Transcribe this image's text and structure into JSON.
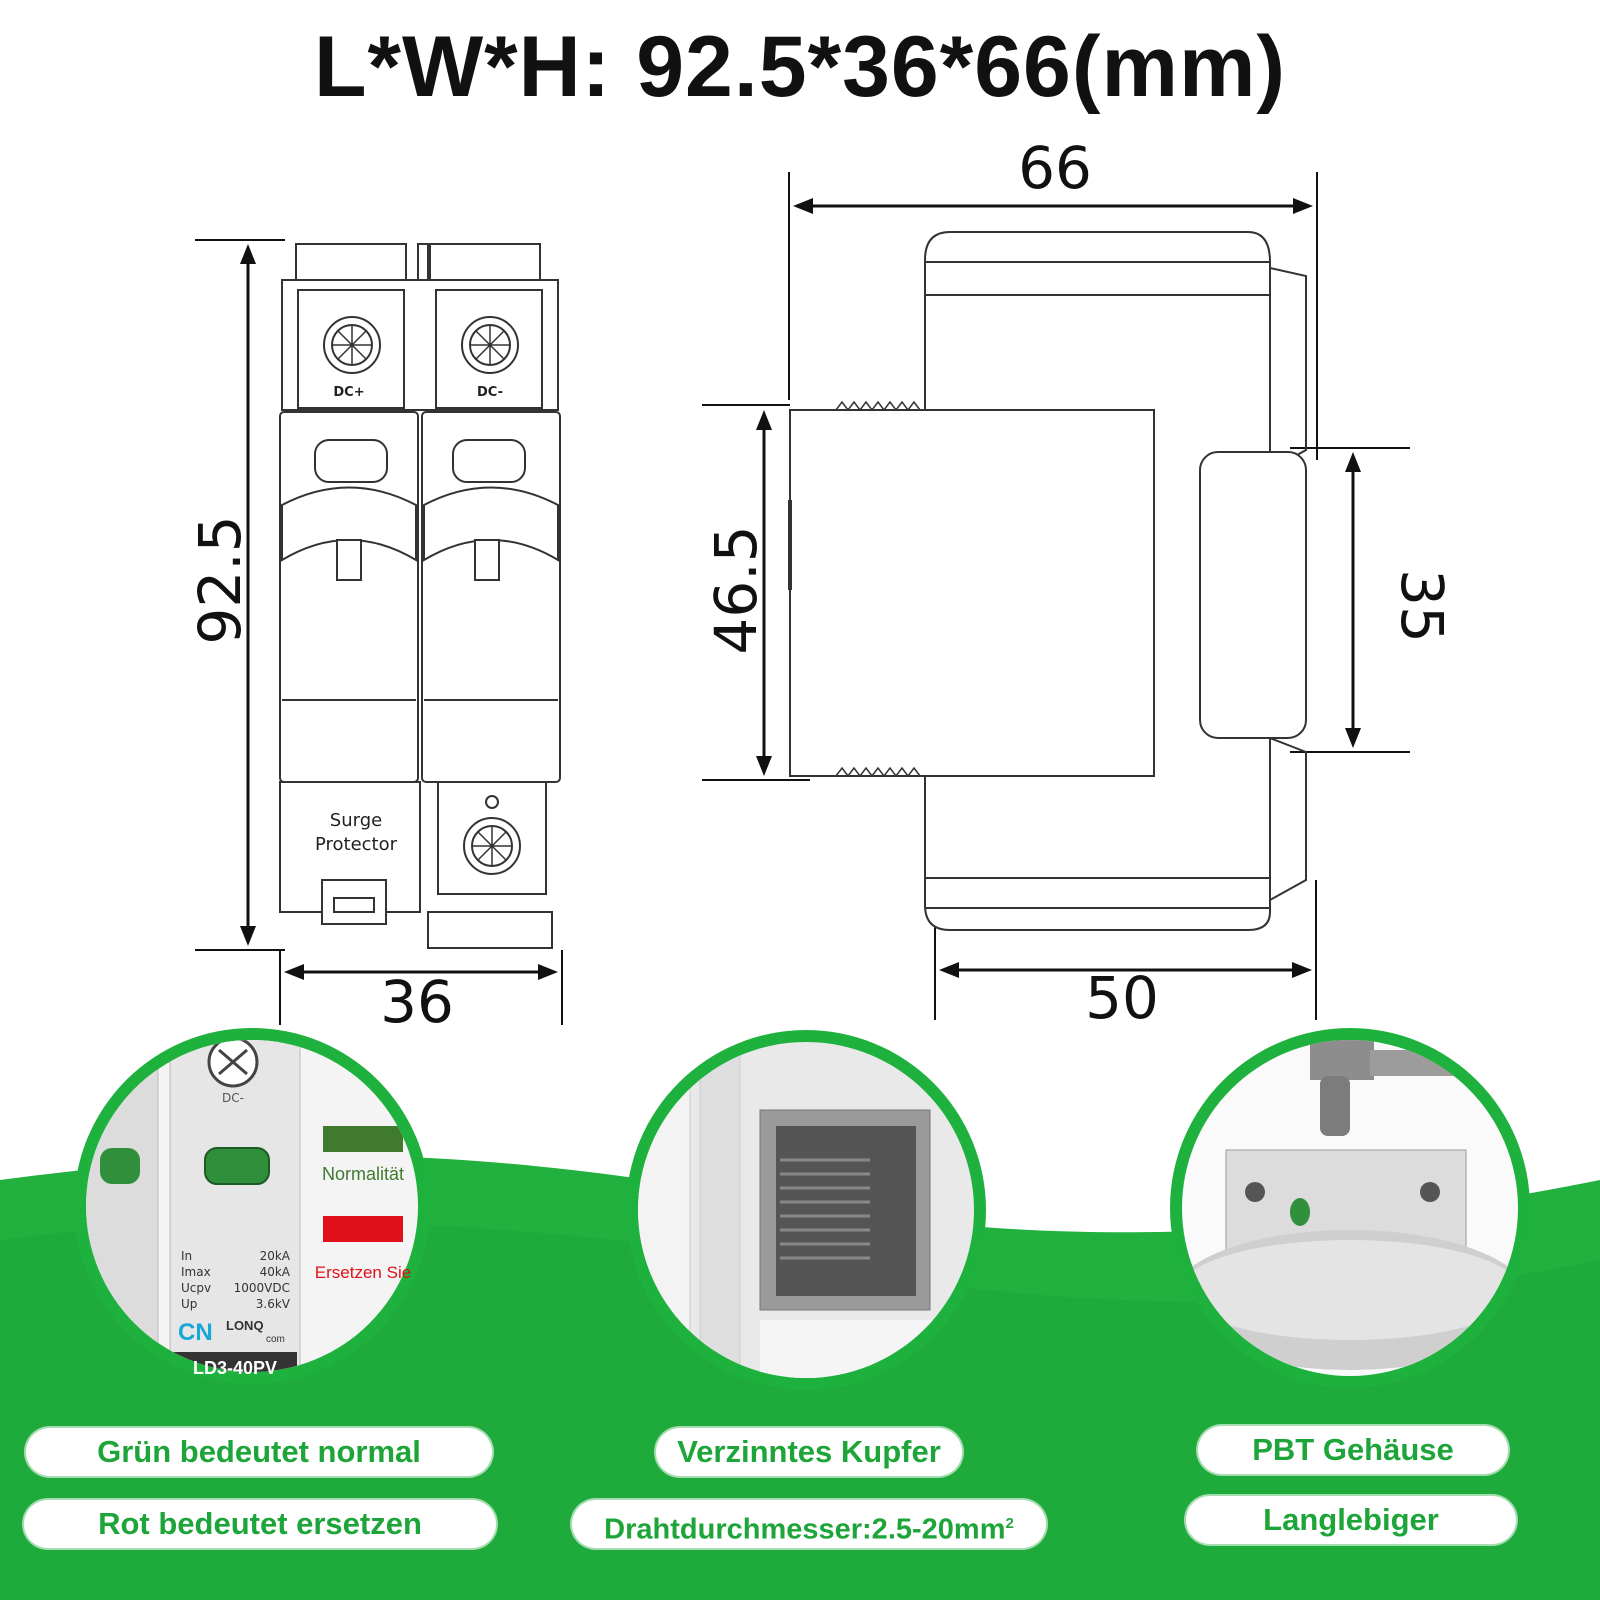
{
  "title": "L*W*H: 92.5*36*66(mm)",
  "dimensions": {
    "height": "92.5",
    "width": "36",
    "depth": "66",
    "front": "46.5",
    "rail": "35",
    "base": "50"
  },
  "front_view": {
    "terminal_left": "DC+",
    "terminal_right": "DC-",
    "label_line1": "Surge",
    "label_line2": "Protector"
  },
  "features": {
    "indicator": {
      "terminal": "DC-",
      "green_label": "Normalität",
      "red_label": "Ersetzen Sie",
      "specs_keys": [
        "In",
        "Imax",
        "Ucpv",
        "Up"
      ],
      "specs_values": [
        "20kA",
        "40kA",
        "1000VDC",
        "3.6kV"
      ],
      "brand": "CN",
      "brand_suffix": "LONQ",
      "brand_com": "com",
      "model": "LD3-40PV",
      "colors": {
        "green": "#3f7a2e",
        "red": "#e0101a"
      }
    },
    "pills": {
      "p1": "Grün bedeutet normal",
      "p2": "Rot bedeutet ersetzen",
      "p3": "Verzinntes Kupfer",
      "p4": "Drahtdurchmesser:2.5-20mm",
      "p4_sup": "2",
      "p5": "PBT Gehäuse",
      "p6": "Langlebiger"
    }
  },
  "colors": {
    "accent": "#1ea53a",
    "background_green": "#22b13f"
  }
}
